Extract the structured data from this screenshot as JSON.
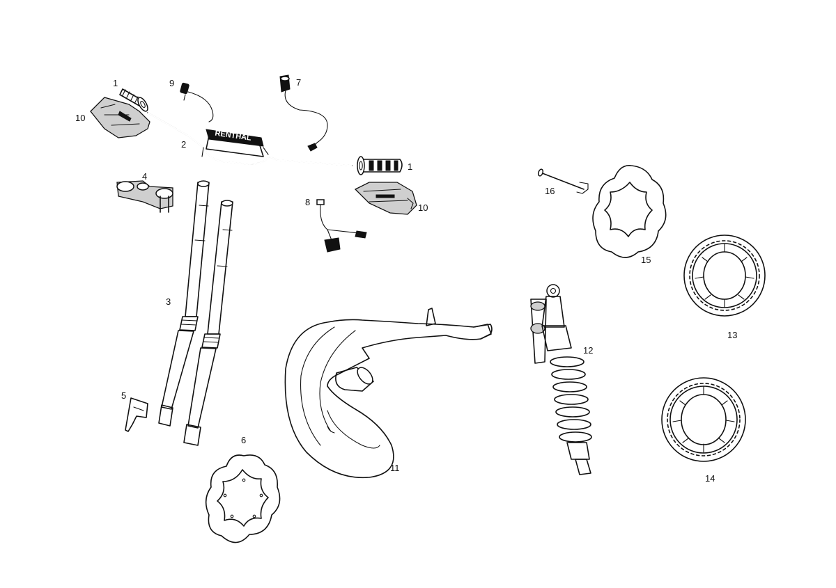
{
  "labels": {
    "p1a": "1",
    "p1b": "1",
    "p2": "2",
    "p3": "3",
    "p4": "4",
    "p5": "5",
    "p6": "6",
    "p7": "7",
    "p8": "8",
    "p9": "9",
    "p10a": "10",
    "p10b": "10",
    "p11": "11",
    "p12": "12",
    "p13": "13",
    "p14": "14",
    "p15": "15",
    "p16": "16"
  },
  "brand_text": "RENTHAL"
}
